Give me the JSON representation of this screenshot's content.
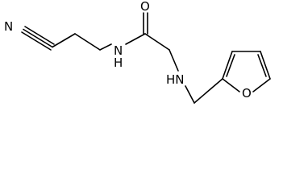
{
  "molecule": {
    "atoms": {
      "nitrile_n": "N",
      "amide_nh": "N",
      "amide_h": "H",
      "carbonyl_o": "O",
      "amine_hn": "HN",
      "furan_o": "O"
    },
    "colors": {
      "bond": "#000000",
      "label": "#000000",
      "background": "#ffffff"
    }
  }
}
